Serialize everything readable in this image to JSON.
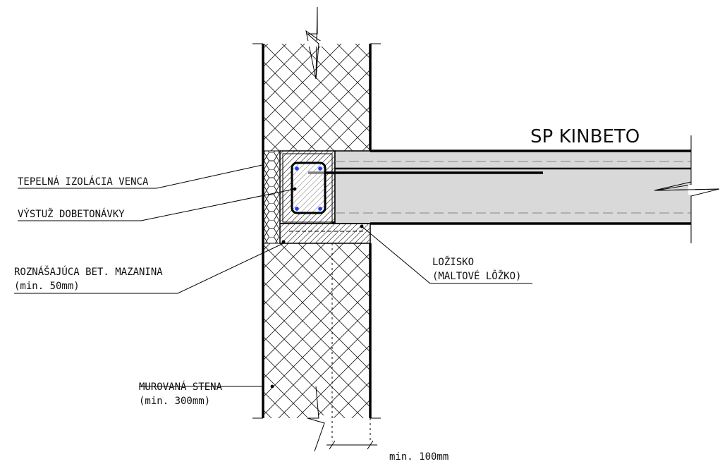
{
  "title": "SP KINBETO",
  "labels": {
    "insulation": "TEPELNÁ IZOLÁCIA VENCA",
    "reinforcement": "VÝSTUŽ DOBETONÁVKY",
    "screed_line1": "ROZNÁŠAJÚCA BET. MAZANINA",
    "screed_line2": "(min. 50mm)",
    "bearing_line1": "LOŽISKO",
    "bearing_line2": "(MALTOVÉ LÔŽKO)",
    "wall_line1": "MUROVANÁ STENA",
    "wall_line2": "(min. 300mm)",
    "dimension": "min. 100mm"
  },
  "colors": {
    "line": "#000000",
    "slab_fill": "#d9d9d9",
    "rebar_dot": "#1a3cff"
  }
}
